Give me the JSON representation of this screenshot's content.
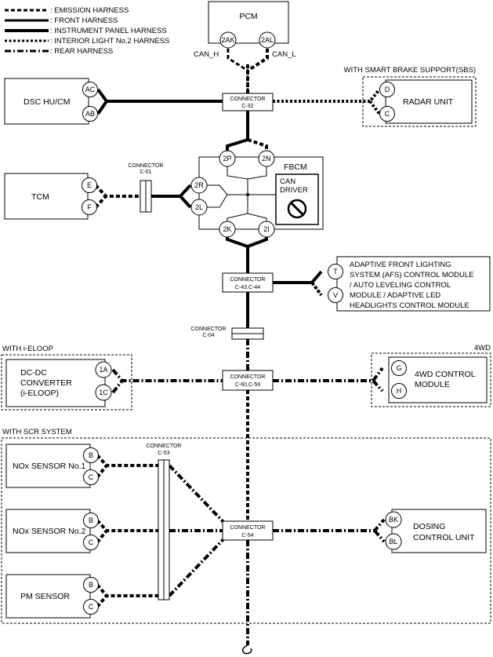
{
  "legend": [
    {
      "label": ": EMISSION HARNESS",
      "style": "emission"
    },
    {
      "label": ": FRONT HARNESS",
      "style": "front"
    },
    {
      "label": ": INSTRUMENT PANEL HARNESS",
      "style": "instrument"
    },
    {
      "label": ": INTERIOR LIGHT No.2 HARNESS",
      "style": "interior"
    },
    {
      "label": ": REAR HARNESS",
      "style": "rear"
    }
  ],
  "pcm": {
    "label": "PCM",
    "pin_h": "2AK",
    "pin_l": "2AL",
    "can_h": "CAN_H",
    "can_l": "CAN_L"
  },
  "groups": {
    "sbs": "WITH SMART BRAKE SUPPORT(SBS)",
    "ieloop": "WITH i-ELOOP",
    "fwd": "4WD",
    "scr": "WITH SCR SYSTEM"
  },
  "modules": {
    "dsc": {
      "label": "DSC HU/CM",
      "pins": [
        "AC",
        "AB"
      ]
    },
    "radar": {
      "label": "RADAR UNIT",
      "pins": [
        "D",
        "C"
      ]
    },
    "tcm": {
      "label": "TCM",
      "pins": [
        "E",
        "F"
      ]
    },
    "afs": {
      "lines": [
        "ADAPTIVE FRONT LIGHTING",
        "SYSTEM (AFS) CONTROL MODULE",
        "/ AUTO LEVELING CONTROL",
        "MODULE / ADAPTIVE LED",
        "HEADLIGHTS CONTROL MODULE"
      ],
      "pins": [
        "T",
        "V"
      ]
    },
    "dcdc": {
      "lines": [
        "DC-DC",
        "CONVERTER",
        "(i-ELOOP)"
      ],
      "pins": [
        "1A",
        "1C"
      ]
    },
    "fourwd": {
      "lines": [
        "4WD CONTROL",
        "MODULE"
      ],
      "pins": [
        "G",
        "H"
      ]
    },
    "nox1": {
      "label": "NOx SENSOR No.1",
      "pins": [
        "B",
        "C"
      ]
    },
    "nox2": {
      "label": "NOx SENSOR No.2",
      "pins": [
        "B",
        "C"
      ]
    },
    "pm": {
      "label": "PM SENSOR",
      "pins": [
        "B",
        "C"
      ]
    },
    "dosing": {
      "lines": [
        "DOSING",
        "CONTROL UNIT"
      ],
      "pins": [
        "BK",
        "BL"
      ]
    }
  },
  "fbcm": {
    "label": "FBCM",
    "driver_lines": [
      "CAN",
      "DRIVER"
    ],
    "pins": [
      "2P",
      "2N",
      "2R",
      "2L",
      "2K",
      "2I"
    ]
  },
  "connectors": {
    "c32": {
      "word": "CONNECTOR",
      "code": "C-32"
    },
    "c01": {
      "word": "CONNECTOR",
      "code": "C-01"
    },
    "c43": {
      "word": "CONNECTOR",
      "code": "C-43,C-44"
    },
    "c04": {
      "word": "CONNECTOR",
      "code": "C-04"
    },
    "c60": {
      "word": "CONNECTOR",
      "code": "C-60,C-59"
    },
    "c53": {
      "word": "CONNECTOR",
      "code": "C-53"
    },
    "c54": {
      "word": "CONNECTOR",
      "code": "C-54"
    }
  }
}
